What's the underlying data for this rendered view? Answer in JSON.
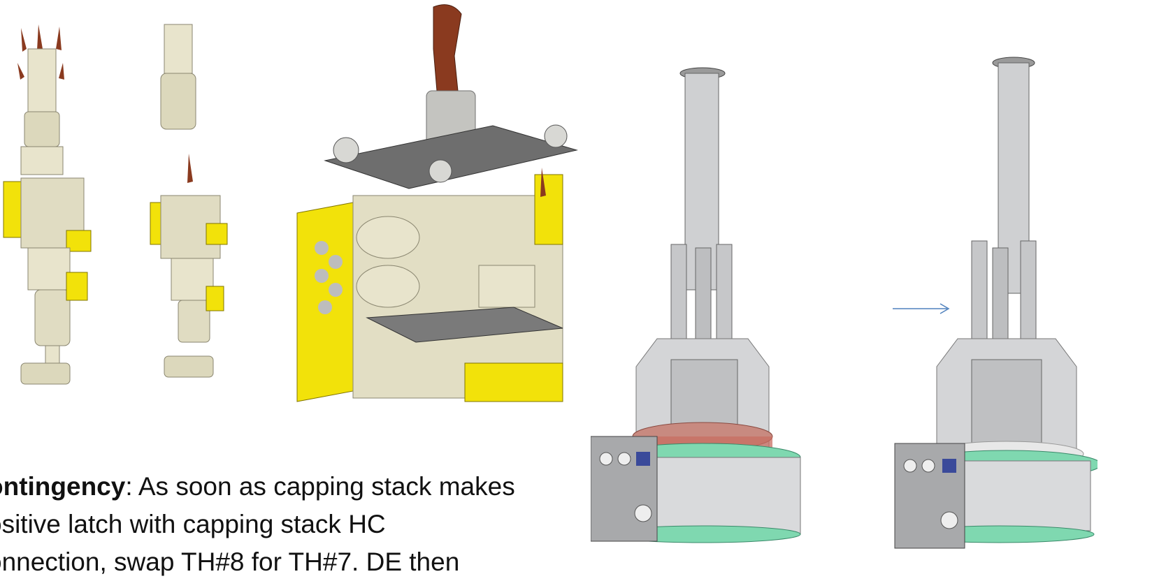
{
  "caption": {
    "heading": "ontingency",
    "line1_rest": ": As soon as capping stack makes",
    "line2": "ositive latch with capping stack HC",
    "line3": "onnection, swap TH#8 for TH#7. DE then"
  },
  "colors": {
    "equipment_ivory": "#e8e4cc",
    "panel_yellow": "#f2e20a",
    "valve_brown": "#8a3a1f",
    "stack_gray": "#cfd0d2",
    "base_green": "#7fd8b0",
    "arrow_blue": "#4f81bd"
  },
  "icons": {
    "arrow": "right-arrow"
  }
}
